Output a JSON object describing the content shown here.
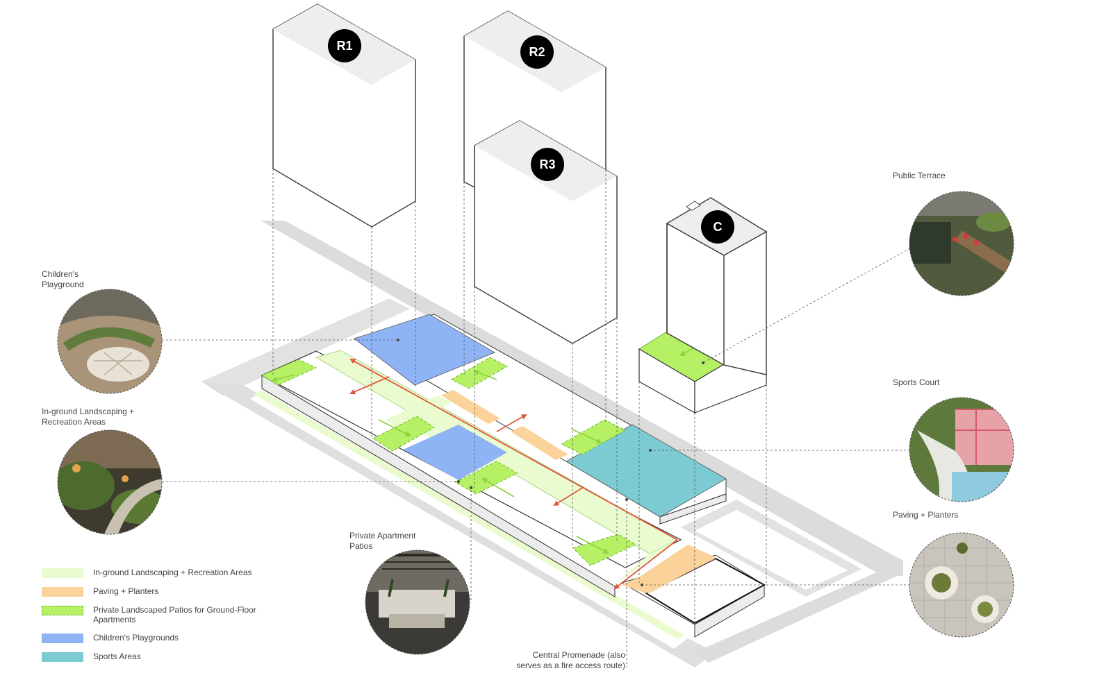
{
  "buildings": [
    {
      "id": "R1",
      "label": "R1"
    },
    {
      "id": "R2",
      "label": "R2"
    },
    {
      "id": "R3",
      "label": "R3"
    },
    {
      "id": "C",
      "label": "C"
    }
  ],
  "callouts": {
    "childrens_playground": "Children's\nPlayground",
    "inground_landscaping": "In-ground Landscaping +\nRecreation Areas",
    "private_patios": "Private Apartment\nPatios",
    "public_terrace": "Public Terrace",
    "sports_court": "Sports Court",
    "paving_planters": "Paving + Planters",
    "central_promenade": "Central Promenade (also\nserves as a fire access route)"
  },
  "legend": [
    {
      "label": "In-ground Landscaping + Recreation Areas",
      "color": "#e9fbcf",
      "dashed": false
    },
    {
      "label": "Paving + Planters",
      "color": "#fbd29a",
      "dashed": false
    },
    {
      "label": "Private Landscaped Patios for Ground-Floor Apartments",
      "color": "#b6f064",
      "dashed": true
    },
    {
      "label": "Children's Playgrounds",
      "color": "#8fb4f5",
      "dashed": false
    },
    {
      "label": "Sports Areas",
      "color": "#7ccbd3",
      "dashed": false
    }
  ],
  "colors": {
    "landscape": "#e9fbcf",
    "paving": "#fbd29a",
    "patio": "#b6f064",
    "playground": "#8fb4f5",
    "sports": "#7ccbd3",
    "route": "#e0553a",
    "road": "#dcdcdc"
  }
}
